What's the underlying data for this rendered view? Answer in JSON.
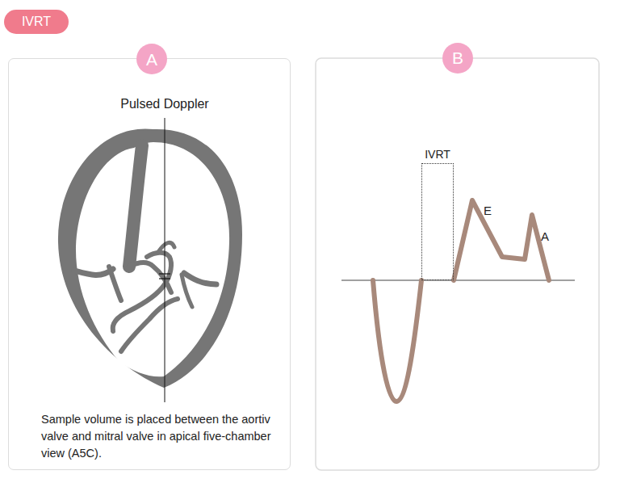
{
  "diagram": {
    "nodes": [
      {
        "text": [
          "IVRT"
        ]
      },
      {
        "text": [
          "Sample volume is placed between the aortiv valve and mitral valve in apical five-chamber view (A5C)."
        ]
      },
      {
        "text": [
          "A"
        ],
        "in": 1
      },
      {
        "text": [
          "B"
        ]
      },
      {
        "text": [
          "IVRT"
        ]
      }
    ],
    "edges": [],
    "labels": [
      "Pulsed Doppler",
      "E",
      "A"
    ]
  }
}
